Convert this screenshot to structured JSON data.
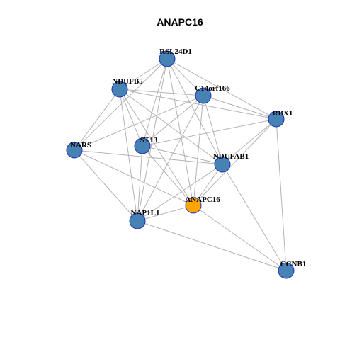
{
  "title": "ANAPC16",
  "colors": {
    "node_fill": "#4682b4",
    "focus_fill": "#ffa500",
    "node_stroke": "#1f2fb8",
    "edge": "#b3b3b3"
  },
  "nodes": [
    {
      "id": "RSL24D1",
      "label": "RSL24D1",
      "focus": false
    },
    {
      "id": "NDUFB5",
      "label": "NDUFB5",
      "focus": false
    },
    {
      "id": "C14orf166",
      "label": "C14orf166",
      "focus": false
    },
    {
      "id": "RBX1",
      "label": "RBX1",
      "focus": false
    },
    {
      "id": "NARS",
      "label": "NARS",
      "focus": false
    },
    {
      "id": "ST13",
      "label": "ST13",
      "focus": false
    },
    {
      "id": "NDUFAB1",
      "label": "NDUFAB1",
      "focus": false
    },
    {
      "id": "ANAPC16",
      "label": "ANAPC16",
      "focus": true
    },
    {
      "id": "NAP1L1",
      "label": "NAP1L1",
      "focus": false
    },
    {
      "id": "CCNB1",
      "label": "CCNB1",
      "focus": false
    }
  ],
  "edges": [
    [
      "RSL24D1",
      "NDUFB5"
    ],
    [
      "RSL24D1",
      "C14orf166"
    ],
    [
      "RSL24D1",
      "RBX1"
    ],
    [
      "RSL24D1",
      "NARS"
    ],
    [
      "RSL24D1",
      "ST13"
    ],
    [
      "RSL24D1",
      "NDUFAB1"
    ],
    [
      "RSL24D1",
      "ANAPC16"
    ],
    [
      "RSL24D1",
      "NAP1L1"
    ],
    [
      "NDUFB5",
      "C14orf166"
    ],
    [
      "NDUFB5",
      "RBX1"
    ],
    [
      "NDUFB5",
      "NARS"
    ],
    [
      "NDUFB5",
      "NDUFAB1"
    ],
    [
      "NDUFB5",
      "NAP1L1"
    ],
    [
      "NDUFB5",
      "ANAPC16"
    ],
    [
      "NDUFB5",
      "ST13"
    ],
    [
      "C14orf166",
      "RBX1"
    ],
    [
      "C14orf166",
      "NARS"
    ],
    [
      "C14orf166",
      "ST13"
    ],
    [
      "C14orf166",
      "NDUFAB1"
    ],
    [
      "C14orf166",
      "NAP1L1"
    ],
    [
      "C14orf166",
      "ANAPC16"
    ],
    [
      "RBX1",
      "ST13"
    ],
    [
      "RBX1",
      "NDUFAB1"
    ],
    [
      "RBX1",
      "CCNB1"
    ],
    [
      "RBX1",
      "ANAPC16"
    ],
    [
      "NARS",
      "NDUFAB1"
    ],
    [
      "NARS",
      "ANAPC16"
    ],
    [
      "NARS",
      "NAP1L1"
    ],
    [
      "ST13",
      "NAP1L1"
    ],
    [
      "ST13",
      "NDUFAB1"
    ],
    [
      "ST13",
      "ANAPC16"
    ],
    [
      "NDUFAB1",
      "ANAPC16"
    ],
    [
      "NDUFAB1",
      "NAP1L1"
    ],
    [
      "NDUFAB1",
      "CCNB1"
    ],
    [
      "ANAPC16",
      "CCNB1"
    ],
    [
      "ANAPC16",
      "NAP1L1"
    ],
    [
      "NAP1L1",
      "CCNB1"
    ]
  ]
}
